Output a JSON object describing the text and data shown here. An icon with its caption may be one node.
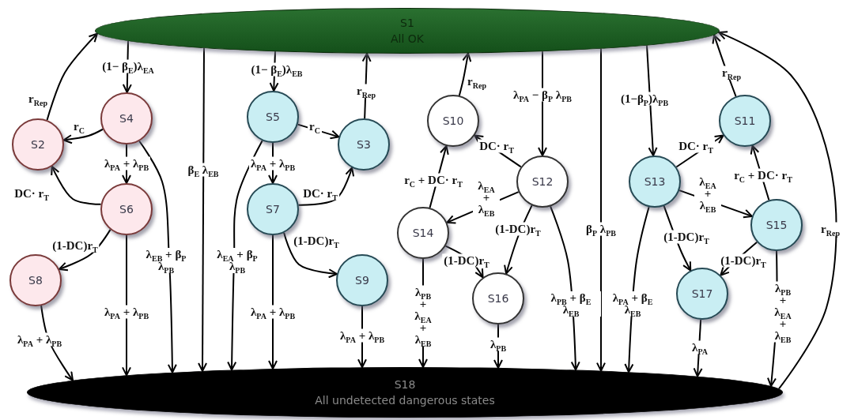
{
  "diagram": {
    "nodes": [
      {
        "text": [
          "S1",
          "All OK"
        ]
      },
      {
        "text": [
          "S2"
        ]
      },
      {
        "text": [
          "S4"
        ]
      },
      {
        "text": [
          "S6"
        ]
      },
      {
        "text": [
          "S8"
        ]
      },
      {
        "text": [
          "S5"
        ]
      },
      {
        "text": [
          "S3"
        ]
      },
      {
        "text": [
          "S7"
        ]
      },
      {
        "text": [
          "S9"
        ]
      },
      {
        "text": [
          "S10"
        ]
      },
      {
        "text": [
          "S12"
        ]
      },
      {
        "text": [
          "S14"
        ]
      },
      {
        "text": [
          "S16"
        ]
      },
      {
        "text": [
          "S11"
        ]
      },
      {
        "text": [
          "S13"
        ]
      },
      {
        "text": [
          "S15"
        ]
      },
      {
        "text": [
          "S17"
        ]
      },
      {
        "text": [
          "S18",
          "All undetected dangerous states"
        ]
      }
    ],
    "edges": [
      {
        "from": 1,
        "to": 0,
        "arrow": "to",
        "label": "r$_{Rep}$"
      },
      {
        "from": 0,
        "to": 2,
        "arrow": "to",
        "label": "(1− β$_{E}$)λ$_{EA}$"
      },
      {
        "from": 2,
        "to": 1,
        "arrow": "to",
        "label": "r$_{C}$"
      },
      {
        "from": 2,
        "to": 3,
        "arrow": "to",
        "label": "λ$_{PA}$ + λ$_{PB}$"
      },
      {
        "from": 3,
        "to": 1,
        "arrow": "to",
        "label": "DC· r$_{T}$"
      },
      {
        "from": 3,
        "to": 4,
        "arrow": "to",
        "label": "(1-DC)r$_{T}$"
      },
      {
        "from": 2,
        "to": 17,
        "arrow": "to",
        "label": "λ$_{EB}$ + β$_{P}$ λ$_{PB}$"
      },
      {
        "from": 3,
        "to": 17,
        "arrow": "to",
        "label": "λ$_{PA}$ + λ$_{PB}$"
      },
      {
        "from": 4,
        "to": 17,
        "arrow": "to",
        "label": "λ$_{PA}$ + λ$_{PB}$"
      },
      {
        "from": 0,
        "to": 17,
        "arrow": "to",
        "label": "β$_{E}$ λ$_{EB}$"
      },
      {
        "from": 0,
        "to": 5,
        "arrow": "to",
        "label": "(1− β$_{E}$)λ$_{EB}$"
      },
      {
        "from": 5,
        "to": 6,
        "arrow": "to",
        "label": "r$_{C}$"
      },
      {
        "from": 5,
        "to": 7,
        "arrow": "to",
        "label": "λ$_{PA}$ + λ$_{PB}$"
      },
      {
        "from": 7,
        "to": 6,
        "arrow": "to",
        "label": "DC· r$_{T}$"
      },
      {
        "from": 6,
        "to": 0,
        "arrow": "to",
        "label": "r$_{Rep}$"
      },
      {
        "from": 5,
        "to": 17,
        "arrow": "to",
        "label": "λ$_{EA}$ + β$_{P}$ λ$_{PB}$"
      },
      {
        "from": 7,
        "to": 17,
        "arrow": "to",
        "label": "λ$_{PA}$ + λ$_{PB}$"
      },
      {
        "from": 7,
        "to": 8,
        "arrow": "to",
        "label": "(1-DC)r$_{T}$"
      },
      {
        "from": 8,
        "to": 17,
        "arrow": "to",
        "label": "λ$_{PA}$ + λ$_{PB}$"
      },
      {
        "from": 9,
        "to": 0,
        "arrow": "to",
        "label": "r$_{Rep}$"
      },
      {
        "from": 0,
        "to": 10,
        "arrow": "to",
        "label": "λ$_{PA}$ − β$_{P}$ λ$_{PB}$"
      },
      {
        "from": 10,
        "to": 9,
        "arrow": "to",
        "label": "DC· r$_{T}$"
      },
      {
        "from": 10,
        "to": 11,
        "arrow": "to",
        "label": "λ$_{EA}$ + λ$_{EB}$"
      },
      {
        "from": 11,
        "to": 9,
        "arrow": "to",
        "label": "r$_{C}$ + DC· r$_{T}$"
      },
      {
        "from": 11,
        "to": 12,
        "arrow": "to",
        "label": "(1-DC)r$_{T}$"
      },
      {
        "from": 10,
        "to": 12,
        "arrow": "to",
        "label": "(1-DC)r$_{T}$"
      },
      {
        "from": 11,
        "to": 17,
        "arrow": "to",
        "label": "λ$_{PB}$ + λ$_{EA}$ + λ$_{EB}$"
      },
      {
        "from": 12,
        "to": 17,
        "arrow": "to",
        "label": "λ$_{PB}$"
      },
      {
        "from": 10,
        "to": 17,
        "arrow": "to",
        "label": "λ$_{PB}$ + β$_{E}$ λ$_{EB}$"
      },
      {
        "from": 0,
        "to": 17,
        "arrow": "to",
        "label": "β$_{P}$ λ$_{PB}$"
      },
      {
        "from": 0,
        "to": 14,
        "arrow": "to",
        "label": "(1−β$_{P}$)λ$_{PB}$"
      },
      {
        "from": 14,
        "to": 13,
        "arrow": "to",
        "label": "DC· r$_{T}$"
      },
      {
        "from": 14,
        "to": 15,
        "arrow": "to",
        "label": "λ$_{EA}$ + λ$_{EB}$"
      },
      {
        "from": 15,
        "to": 13,
        "arrow": "to",
        "label": "r$_{C}$ + DC· r$_{T}$"
      },
      {
        "from": 13,
        "to": 0,
        "arrow": "to",
        "label": "r$_{Rep}$"
      },
      {
        "from": 14,
        "to": 17,
        "arrow": "to",
        "label": "λ$_{PA}$ + β$_{E}$ λ$_{EB}$"
      },
      {
        "from": 14,
        "to": 16,
        "arrow": "to",
        "label": "(1-DC)r$_{T}$"
      },
      {
        "from": 15,
        "to": 16,
        "arrow": "to",
        "label": "(1-DC)r$_{T}$"
      },
      {
        "from": 16,
        "to": 17,
        "arrow": "to",
        "label": "λ$_{PA}$"
      },
      {
        "from": 15,
        "to": 17,
        "arrow": "to",
        "label": "λ$_{PB}$ + λ$_{EA}$ + λ$_{EB}$"
      },
      {
        "from": 17,
        "to": 0,
        "arrow": "to",
        "label": "r$_{Rep}$"
      }
    ]
  }
}
